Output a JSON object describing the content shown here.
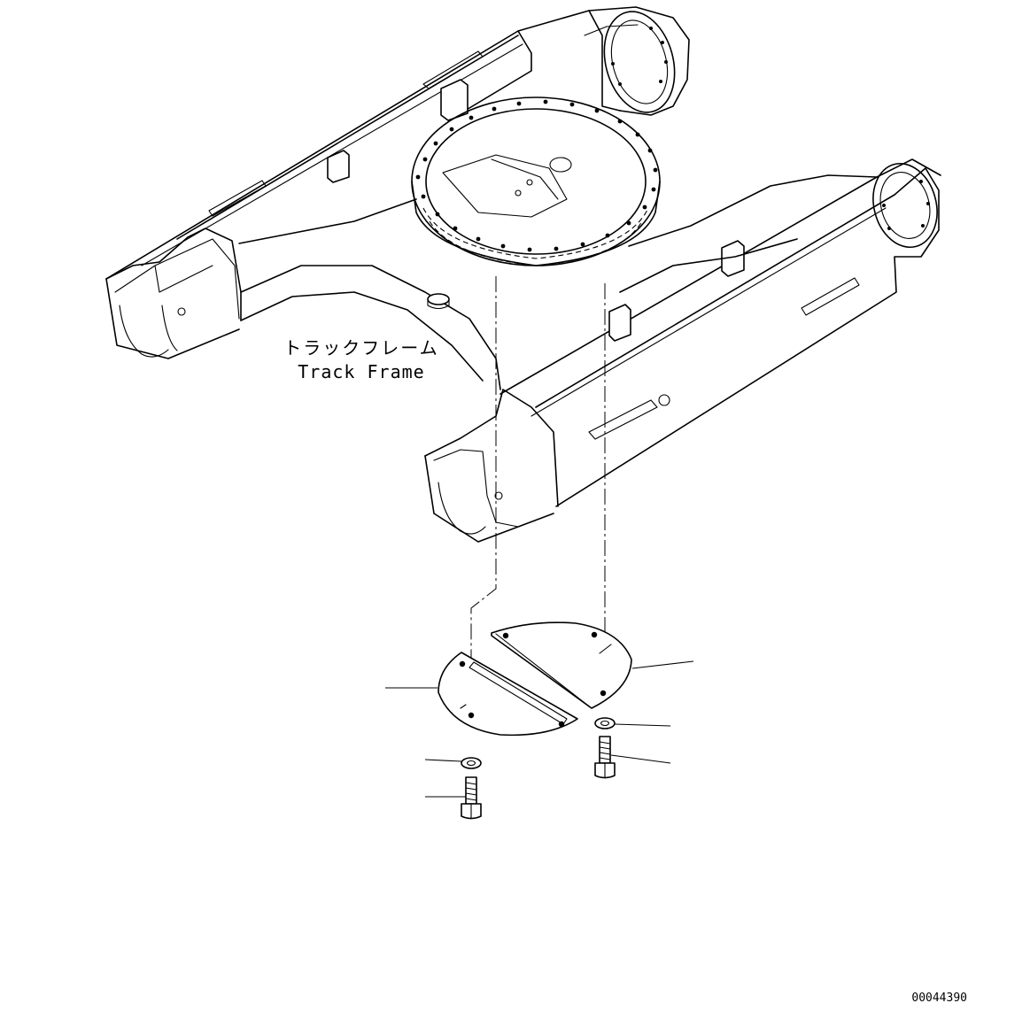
{
  "labels": {
    "part_name_jp": "トラックフレーム",
    "part_name_en": "Track Frame",
    "drawing_number": "00044390"
  }
}
